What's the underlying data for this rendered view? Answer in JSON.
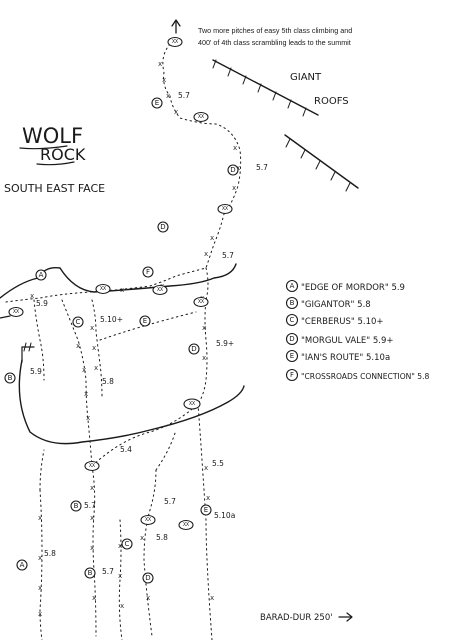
{
  "top_note": {
    "line1": "Two more pitches of easy 5th class climbing and",
    "line2": "400' of 4th class scrambling leads to the summit"
  },
  "title": {
    "line1": "WOLF",
    "line2": "ROCK",
    "line3": "SOUTH EAST FACE"
  },
  "roofs_label": {
    "line1": "GIANT",
    "line2": "ROOFS"
  },
  "legend": [
    {
      "letter": "A",
      "text": "\"EDGE OF MORDOR\" 5.9"
    },
    {
      "letter": "B",
      "text": "\"GIGANTOR\"  5.8"
    },
    {
      "letter": "C",
      "text": "\"CERBERUS\"  5.10+"
    },
    {
      "letter": "D",
      "text": "\"MORGUL VALE\" 5.9+"
    },
    {
      "letter": "E",
      "text": "\"IAN'S ROUTE\" 5.10a"
    },
    {
      "letter": "F",
      "text": "\"CROSSROADS CONNECTION\" 5.8"
    }
  ],
  "footer": {
    "arrow_text": "BARAD-DUR  250'"
  },
  "grades": [
    "5.7",
    "5.7",
    "5.7",
    "5.9",
    "5.10+",
    "5.9+",
    "5.9",
    "5.8",
    "5.4",
    "5.5",
    "5.10a",
    "5.7",
    "5.7",
    "5.8",
    "5.8",
    "5.7"
  ],
  "route_markers": [
    "E",
    "D",
    "D",
    "A",
    "C",
    "E",
    "D",
    "F",
    "B",
    "B",
    "E",
    "C",
    "D",
    "A",
    "B"
  ],
  "bolt_label": "XX",
  "colors": {
    "ink": "#1a1a1a",
    "paper": "#ffffff"
  }
}
